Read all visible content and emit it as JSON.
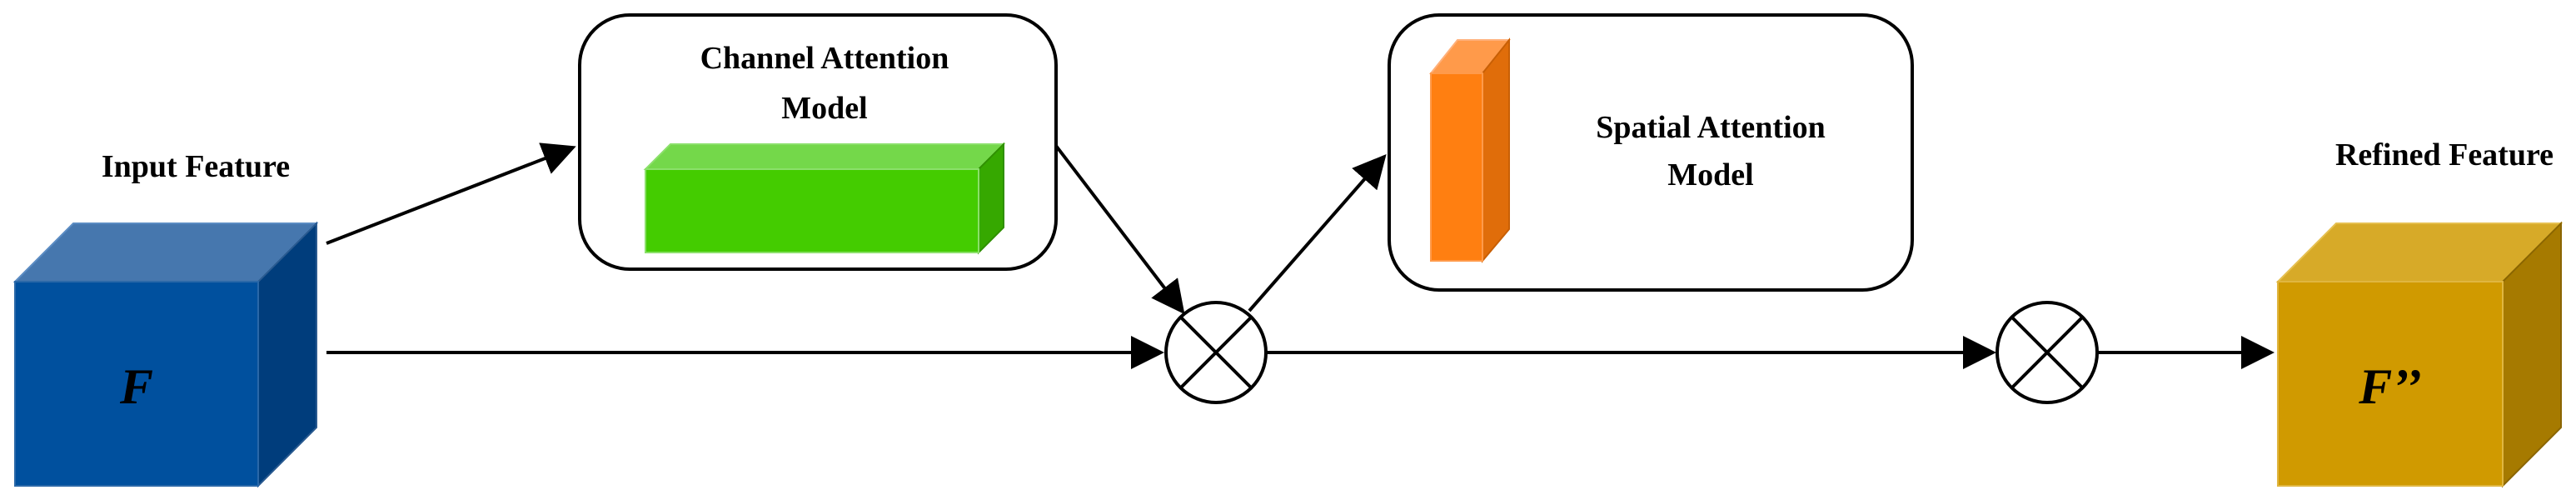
{
  "input": {
    "label": "Input Feature",
    "symbol": "F"
  },
  "channel_attention": {
    "line1": "Channel Attention",
    "line2": "Model"
  },
  "spatial_attention": {
    "line1": "Spatial Attention",
    "line2": "Model"
  },
  "output": {
    "label": "Refined Feature",
    "symbol": "F’’"
  },
  "operators": [
    "multiply",
    "multiply"
  ],
  "colors": {
    "input_front": "#00509e",
    "input_top": "#4677ae",
    "input_side": "#003d7c",
    "channel_front": "#44cc00",
    "channel_top": "#74d84a",
    "channel_side": "#36a800",
    "spatial_front": "#ff7f11",
    "spatial_top": "#ff9a4a",
    "spatial_side": "#e06d0a",
    "output_front": "#d09a00",
    "output_top": "#d7aa28",
    "output_side": "#a67a00"
  }
}
